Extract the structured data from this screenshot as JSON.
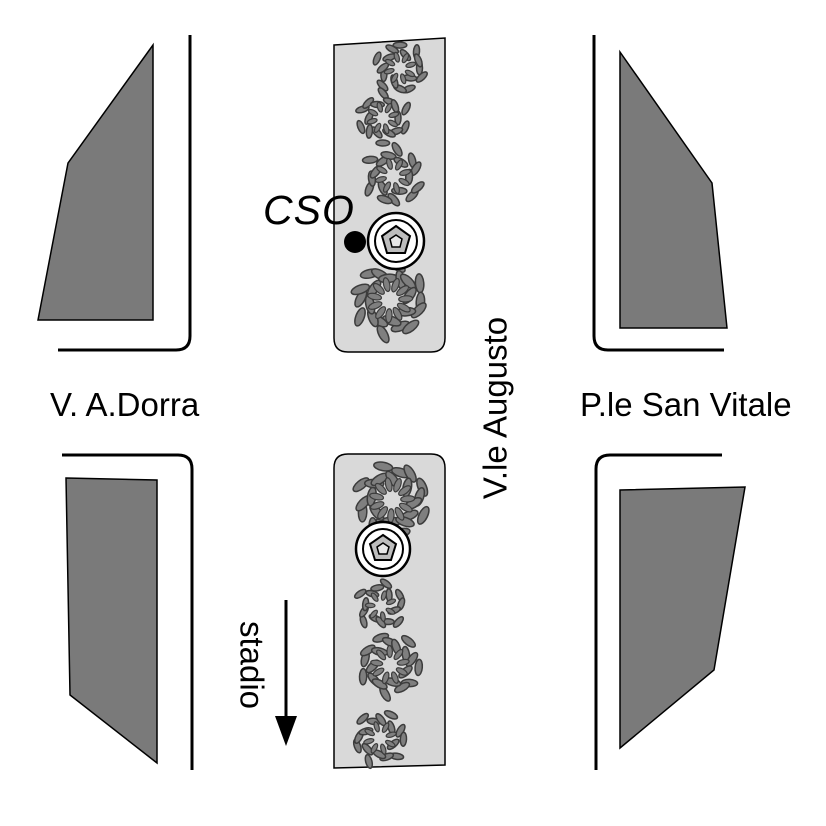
{
  "labels": {
    "street_west": "V. A.Dorra",
    "street_east": "P.le San Vitale",
    "street_main": "V.le Augusto",
    "direction": "stadio",
    "marker": "CSO"
  },
  "colors": {
    "building_fill": "#7a7a7a",
    "median_fill": "#d9d9d9",
    "tree_fill": "#7f7f7f",
    "tree_outline": "#3c3c3c",
    "line": "#000000"
  },
  "icons": {
    "building": "building-block-icon",
    "tree": "tree-canopy-icon",
    "lamp": "street-lamp-icon",
    "marker": "cso-location-dot-icon",
    "arrow": "direction-arrow-icon"
  }
}
